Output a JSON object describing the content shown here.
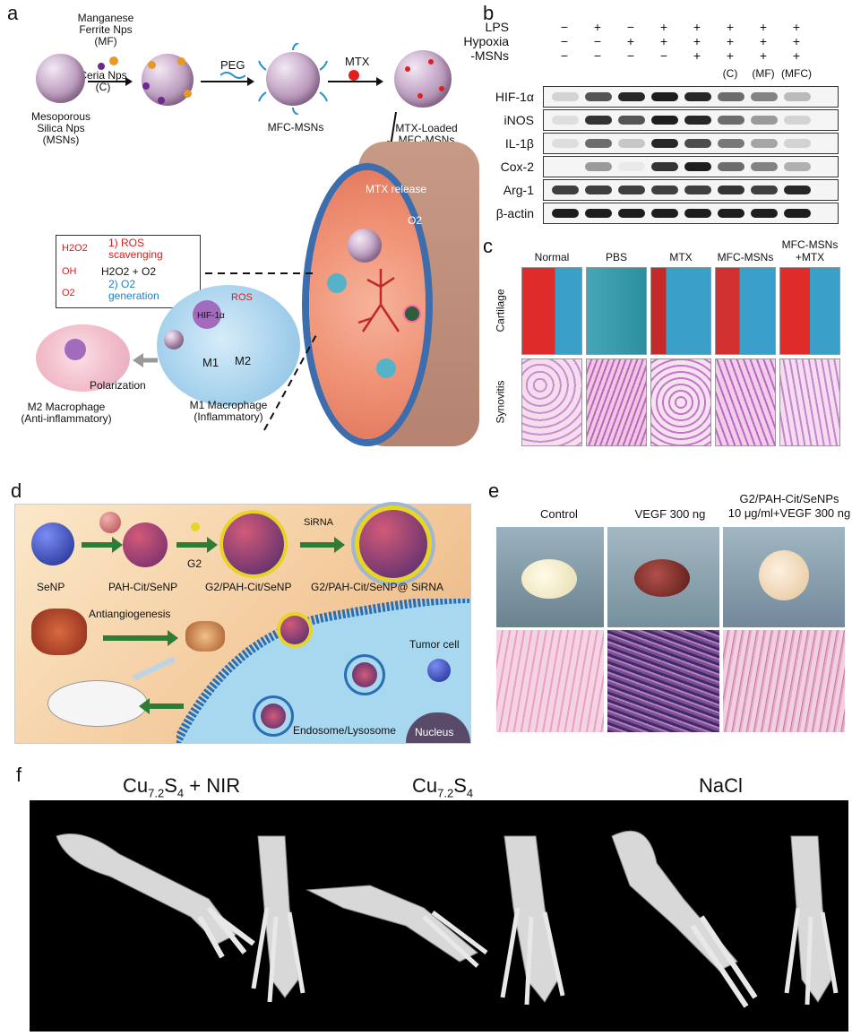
{
  "panel_labels": {
    "a": "a",
    "b": "b",
    "c": "c",
    "d": "d",
    "e": "e",
    "f": "f"
  },
  "panel_a": {
    "manganese": "Manganese\nFerrite Nps\n(MF)",
    "ceria": "Ceria Nps\n(C)",
    "msn": "Mesoporous\nSilica Nps\n(MSNs)",
    "peg": "PEG",
    "mtx": "MTX",
    "mfc": "MFC-MSNs",
    "mtx_loaded": "MTX-Loaded\nMFC-MSNs",
    "mtx_release": "MTX release",
    "o2": "O2",
    "h2o2": "H2O2",
    "oh": "OH",
    "o2m": "O2",
    "ros_scavenging": "1) ROS\nscavenging",
    "reaction": "H2O2 + O2",
    "o2_generation": "2) O2\ngeneration",
    "ros": "ROS",
    "hif": "HIF-1α",
    "m1": "M1",
    "m2": "M2",
    "polarization": "Polarization",
    "m2_macrophage": "M2 Macrophage\n(Anti-inflammatory)",
    "m1_macrophage": "M1 Macrophage\n(Inflammatory)"
  },
  "panel_b": {
    "conditions": [
      {
        "label": "LPS",
        "signs": [
          "−",
          "+",
          "−",
          "+",
          "+",
          "+",
          "+",
          "+"
        ]
      },
      {
        "label": "Hypoxia",
        "signs": [
          "−",
          "−",
          "+",
          "+",
          "+",
          "+",
          "+",
          "+"
        ]
      },
      {
        "label": "-MSNs",
        "signs": [
          "−",
          "−",
          "−",
          "−",
          "+",
          "+",
          "+",
          "+"
        ]
      }
    ],
    "msn_types": [
      "(C)",
      "(MF)",
      "(MFC)"
    ],
    "proteins": [
      "HIF-1α",
      "iNOS",
      "IL-1β",
      "Cox-2",
      "Arg-1",
      "β-actin"
    ],
    "intensities": [
      [
        0.15,
        0.7,
        0.9,
        0.95,
        0.9,
        0.6,
        0.5,
        0.25
      ],
      [
        0.1,
        0.85,
        0.7,
        0.95,
        0.9,
        0.6,
        0.4,
        0.15
      ],
      [
        0.1,
        0.6,
        0.2,
        0.9,
        0.75,
        0.55,
        0.35,
        0.15
      ],
      [
        0.0,
        0.4,
        0.05,
        0.85,
        0.95,
        0.6,
        0.5,
        0.3
      ],
      [
        0.8,
        0.8,
        0.8,
        0.8,
        0.8,
        0.85,
        0.8,
        0.9
      ],
      [
        0.95,
        0.95,
        0.95,
        0.95,
        0.95,
        0.95,
        0.95,
        0.95
      ]
    ]
  },
  "panel_c": {
    "groups": [
      "Normal",
      "PBS",
      "MTX",
      "MFC-MSNs",
      "MFC-MSNs\n+MTX"
    ],
    "rows": [
      "Cartilage",
      "Synovitis"
    ]
  },
  "panel_d": {
    "senp": "SeNP",
    "pah": "PAH-Cit/SeNP",
    "g2": "G2",
    "g2pah": "G2/PAH-Cit/SeNP",
    "sirna": "SiRNA",
    "g2pah_sirna": "G2/PAH-Cit/SeNP@ SiRNA",
    "antiangiogenesis": "Antiangiogenesis",
    "tumor_cell": "Tumor cell",
    "endosome": "Endosome/Lysosome",
    "nucleus": "Nucleus"
  },
  "panel_e": {
    "control": "Control",
    "vegf": "VEGF 300 ng",
    "combo": "G2/PAH-Cit/SeNPs\n10 μg/ml+VEGF 300 ng"
  },
  "panel_f": {
    "group1_main": "Cu",
    "group1_sub": "7.2",
    "group1_s": "S",
    "group1_sub2": "4",
    "group1_rest": " + NIR",
    "group2_main": "Cu",
    "group2_sub": "7.2",
    "group2_s": "S",
    "group2_sub2": "4",
    "group3": "NaCl"
  }
}
